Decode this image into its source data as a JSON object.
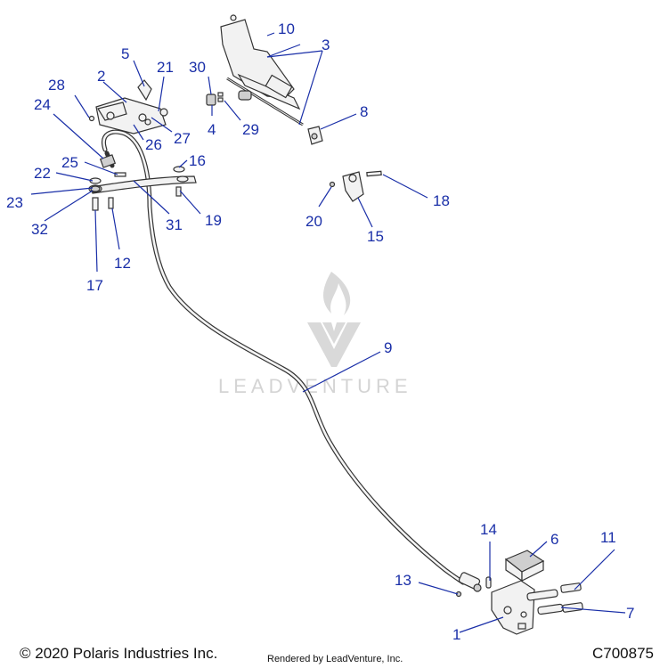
{
  "watermark": {
    "text": "LEADVENTURE"
  },
  "footer": {
    "copyright": "© 2020 Polaris Industries Inc.",
    "rendered_by": "Rendered by LeadVenture, Inc.",
    "code": "C700875"
  },
  "callouts": {
    "c1": "1",
    "c2": "2",
    "c3": "3",
    "c4": "4",
    "c5": "5",
    "c6": "6",
    "c7": "7",
    "c8": "8",
    "c9": "9",
    "c10": "10",
    "c11": "11",
    "c12": "12",
    "c13": "13",
    "c14": "14",
    "c15": "15",
    "c16": "16",
    "c17": "17",
    "c18": "18",
    "c19": "19",
    "c20": "20",
    "c21": "21",
    "c22": "22",
    "c23": "23",
    "c24": "24",
    "c25": "25",
    "c26": "26",
    "c27": "27",
    "c28": "28",
    "c29": "29",
    "c30": "30",
    "c31": "31",
    "c32": "32"
  },
  "colors": {
    "callout": "#1a2fa8",
    "line": "#333333",
    "watermark": "#d4d4d4"
  }
}
